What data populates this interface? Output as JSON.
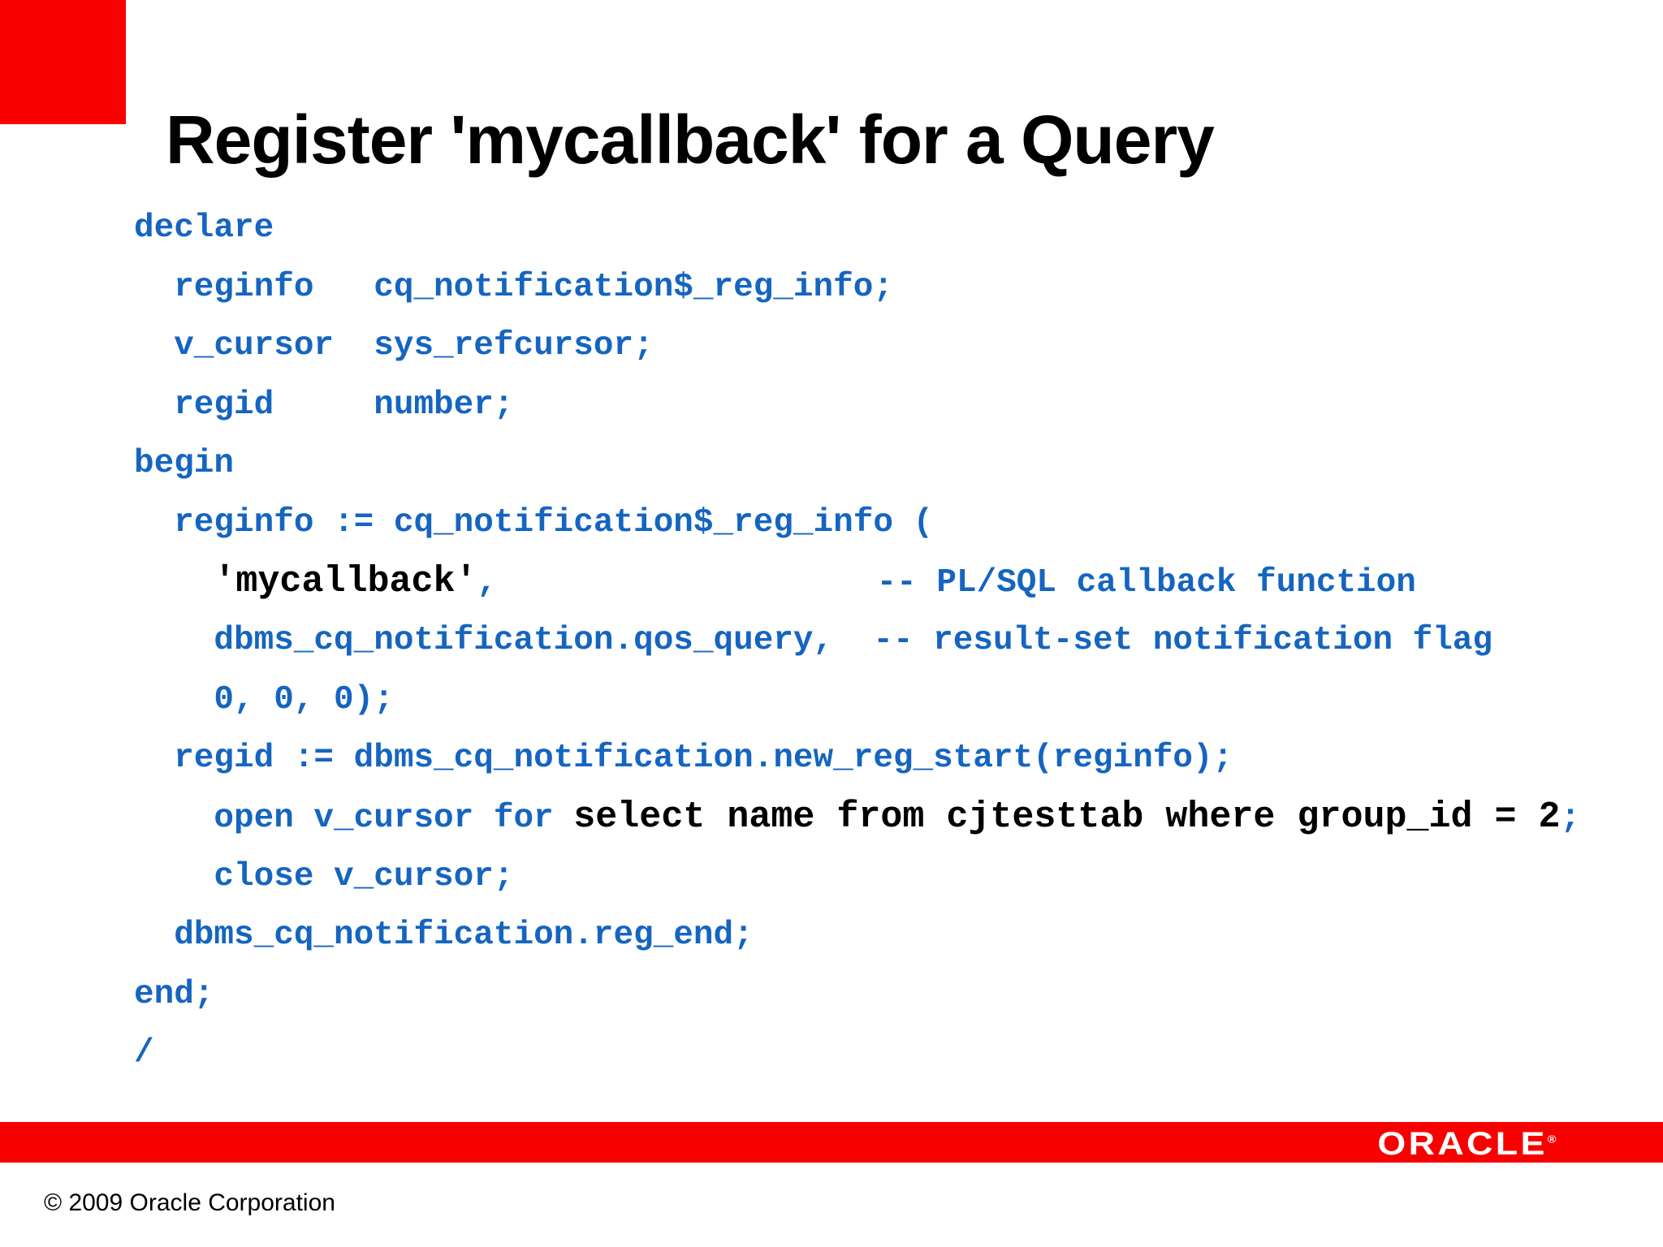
{
  "slide": {
    "title": "Register 'mycallback' for a Query",
    "copyright": "© 2009 Oracle Corporation",
    "footer_logo": "ORACLE",
    "footer_logo_registered": "®"
  },
  "colors": {
    "accent_red": "#f90000",
    "code_blue": "#1565c0",
    "code_black": "#000000"
  },
  "code": {
    "language": "plsql",
    "lines": [
      {
        "segments": [
          {
            "style": "blue",
            "text": "declare"
          }
        ]
      },
      {
        "segments": [
          {
            "style": "blue",
            "text": "  reginfo   cq_notification$_reg_info;"
          }
        ]
      },
      {
        "segments": [
          {
            "style": "blue",
            "text": "  v_cursor  sys_refcursor;"
          }
        ]
      },
      {
        "segments": [
          {
            "style": "blue",
            "text": "  regid     number;"
          }
        ]
      },
      {
        "segments": [
          {
            "style": "blue",
            "text": "begin"
          }
        ]
      },
      {
        "segments": [
          {
            "style": "blue",
            "text": "  reginfo := cq_notification$_reg_info ("
          }
        ]
      },
      {
        "segments": [
          {
            "style": "blue",
            "text": "    "
          },
          {
            "style": "black",
            "text": "'mycallback'"
          },
          {
            "style": "blue",
            "text": ",                   -- PL/SQL callback function"
          }
        ]
      },
      {
        "segments": [
          {
            "style": "blue",
            "text": "    dbms_cq_notification.qos_query,  -- result-set notification flag"
          }
        ]
      },
      {
        "segments": [
          {
            "style": "blue",
            "text": "    0, 0, 0);"
          }
        ]
      },
      {
        "segments": [
          {
            "style": "blue",
            "text": "  regid := dbms_cq_notification.new_reg_start(reginfo);"
          }
        ]
      },
      {
        "segments": [
          {
            "style": "blue",
            "text": "    open v_cursor for "
          },
          {
            "style": "black",
            "text": "select name from cjtesttab where group_id = 2"
          },
          {
            "style": "blue",
            "text": ";"
          }
        ]
      },
      {
        "segments": [
          {
            "style": "blue",
            "text": "    close v_cursor;"
          }
        ]
      },
      {
        "segments": [
          {
            "style": "blue",
            "text": "  dbms_cq_notification.reg_end;"
          }
        ]
      },
      {
        "segments": [
          {
            "style": "blue",
            "text": "end;"
          }
        ]
      },
      {
        "segments": [
          {
            "style": "blue",
            "text": "/"
          }
        ]
      }
    ]
  }
}
